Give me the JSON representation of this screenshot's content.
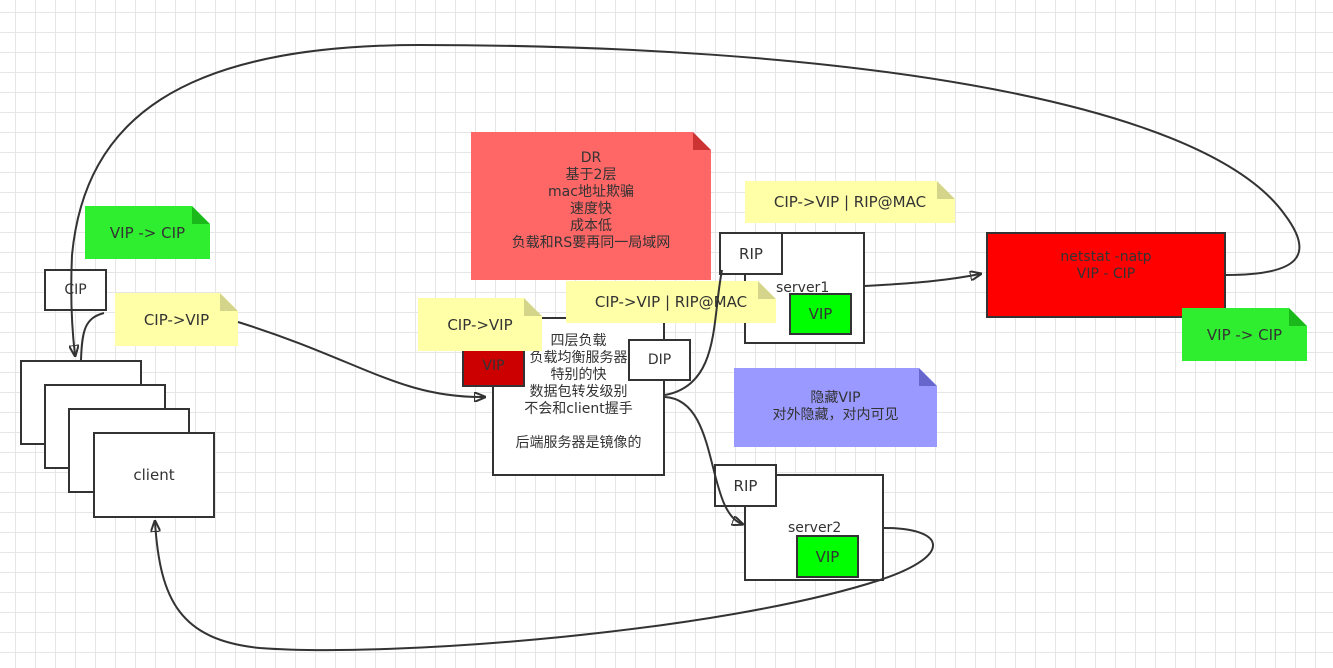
{
  "colors": {
    "note_yellow": "#ffffa8",
    "note_green": "#2fed2f",
    "note_red": "#ff6666",
    "note_purple": "#9999ff",
    "vip_green": "#00ff00",
    "vip_dark_red": "#cc0000",
    "netstat_red": "#ff0000"
  },
  "clients": {
    "label": "client"
  },
  "cip_box": {
    "label": "CIP"
  },
  "note_vip_cip_left": {
    "text": "VIP -> CIP"
  },
  "note_cip_vip_client": {
    "text": "CIP->VIP"
  },
  "dr_note": {
    "lines": [
      "DR",
      "基于2层",
      "mac地址欺骗",
      "速度快",
      "成本低",
      "负载和RS要再同一局域网"
    ]
  },
  "load_balancer": {
    "lines": [
      "四层负载",
      "负载均衡服务器",
      "特别的快",
      "数据包转发级别",
      "不会和client握手",
      "",
      "后端服务器是镜像的"
    ],
    "vip_label": "VIP",
    "dip_label": "DIP",
    "note_cip_vip": "CIP->VIP"
  },
  "note_rip_mac_lb": {
    "text": "CIP->VIP  |  RIP@MAC"
  },
  "note_rip_mac_server1": {
    "text": "CIP->VIP  |  RIP@MAC"
  },
  "server1": {
    "label": "server1",
    "rip_label": "RIP",
    "vip_label": "VIP"
  },
  "server2": {
    "label": "server2",
    "rip_label": "RIP",
    "vip_label": "VIP"
  },
  "netstat": {
    "lines": [
      "netstat -natp",
      "VIP - CIP"
    ]
  },
  "note_vip_cip_right": {
    "text": "VIP -> CIP"
  },
  "hidden_vip_note": {
    "lines": [
      "隐藏VIP",
      "对外隐藏，对内可见"
    ]
  }
}
